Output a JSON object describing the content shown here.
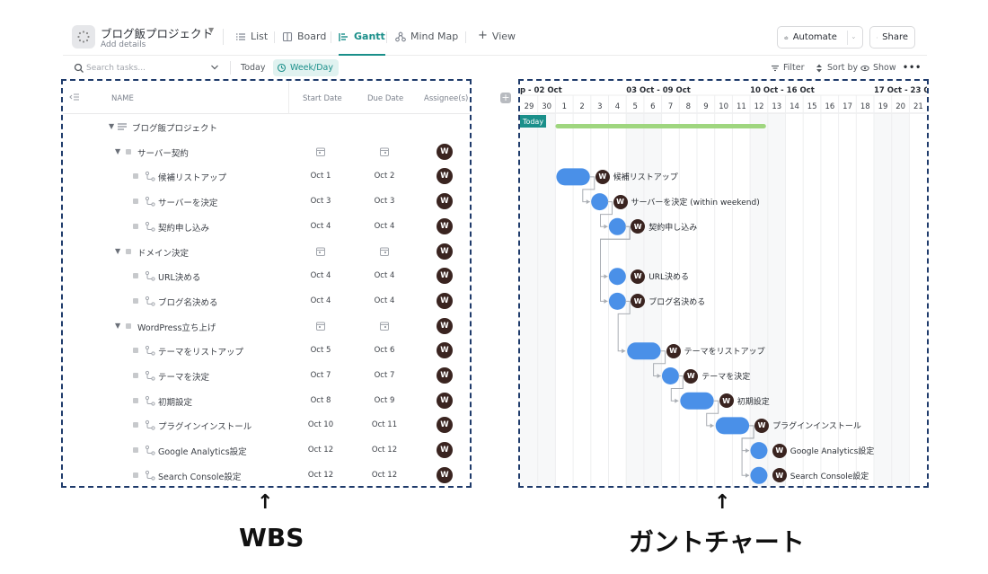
{
  "header": {
    "project_title": "ブログ飯プロジェクト",
    "project_subtitle": "Add details",
    "tabs": [
      {
        "label": "List",
        "icon": "list-icon"
      },
      {
        "label": "Board",
        "icon": "board-icon"
      },
      {
        "label": "Gantt",
        "icon": "gantt-icon",
        "active": true
      },
      {
        "label": "Mind Map",
        "icon": "mind-map-icon"
      }
    ],
    "add_view_label": "View",
    "automate_label": "Automate",
    "share_label": "Share"
  },
  "toolbar": {
    "search_placeholder": "Search tasks...",
    "today_label": "Today",
    "week_day_label": "Week/Day",
    "filter_label": "Filter",
    "sort_label": "Sort by",
    "show_label": "Show"
  },
  "table": {
    "columns": {
      "name": "NAME",
      "start": "Start Date",
      "due": "Due Date",
      "assignee": "Assignee(s)"
    },
    "rows": [
      {
        "level": 0,
        "type": "project",
        "name": "ブログ飯プロジェクト"
      },
      {
        "level": 1,
        "type": "group",
        "name": "サーバー契約",
        "assignee": "W"
      },
      {
        "level": 2,
        "type": "task",
        "name": "候補リストアップ",
        "start": "Oct 1",
        "due": "Oct 2",
        "assignee": "W"
      },
      {
        "level": 2,
        "type": "task",
        "name": "サーバーを決定",
        "start": "Oct 3",
        "due": "Oct 3",
        "assignee": "W"
      },
      {
        "level": 2,
        "type": "task",
        "name": "契約申し込み",
        "start": "Oct 4",
        "due": "Oct 4",
        "assignee": "W"
      },
      {
        "level": 1,
        "type": "group",
        "name": "ドメイン決定",
        "assignee": "W"
      },
      {
        "level": 2,
        "type": "task",
        "name": "URL決める",
        "start": "Oct 4",
        "due": "Oct 4",
        "assignee": "W"
      },
      {
        "level": 2,
        "type": "task",
        "name": "ブログ名決める",
        "start": "Oct 4",
        "due": "Oct 4",
        "assignee": "W"
      },
      {
        "level": 1,
        "type": "group",
        "name": "WordPress立ち上げ",
        "assignee": "W"
      },
      {
        "level": 2,
        "type": "task",
        "name": "テーマをリストアップ",
        "start": "Oct 5",
        "due": "Oct 6",
        "assignee": "W"
      },
      {
        "level": 2,
        "type": "task",
        "name": "テーマを決定",
        "start": "Oct 7",
        "due": "Oct 7",
        "assignee": "W"
      },
      {
        "level": 2,
        "type": "task",
        "name": "初期設定",
        "start": "Oct 8",
        "due": "Oct 9",
        "assignee": "W"
      },
      {
        "level": 2,
        "type": "task",
        "name": "プラグインインストール",
        "start": "Oct 10",
        "due": "Oct 11",
        "assignee": "W"
      },
      {
        "level": 2,
        "type": "task",
        "name": "Google Analytics設定",
        "start": "Oct 12",
        "due": "Oct 12",
        "assignee": "W"
      },
      {
        "level": 2,
        "type": "task",
        "name": "Search Console設定",
        "start": "Oct 12",
        "due": "Oct 12",
        "assignee": "W"
      }
    ]
  },
  "gantt": {
    "weeks": [
      "p - 02 Oct",
      "03 Oct - 09 Oct",
      "10 Oct - 16 Oct",
      "17 Oct - 23 Oct"
    ],
    "days": [
      "29",
      "30",
      "1",
      "2",
      "3",
      "4",
      "5",
      "6",
      "7",
      "8",
      "9",
      "10",
      "11",
      "12",
      "13",
      "14",
      "15",
      "16",
      "17",
      "18",
      "19",
      "20",
      "21"
    ],
    "today_label": "Today",
    "task_labels": [
      "候補リストアップ",
      "サーバーを決定 (within weekend)",
      "契約申し込み",
      "URL決める",
      "ブログ名決める",
      "テーマをリストアップ",
      "テーマを決定",
      "初期設定",
      "プラグインインストール",
      "Google Analytics設定",
      "Search Console設定"
    ],
    "colors": {
      "bar": "#4a90e8",
      "summary": "#9fd67f",
      "today": "#1a8f8a",
      "weekend": "#f7f8f9"
    }
  },
  "captions": {
    "left": "WBS",
    "right": "ガントチャート",
    "arrow": "↑"
  }
}
